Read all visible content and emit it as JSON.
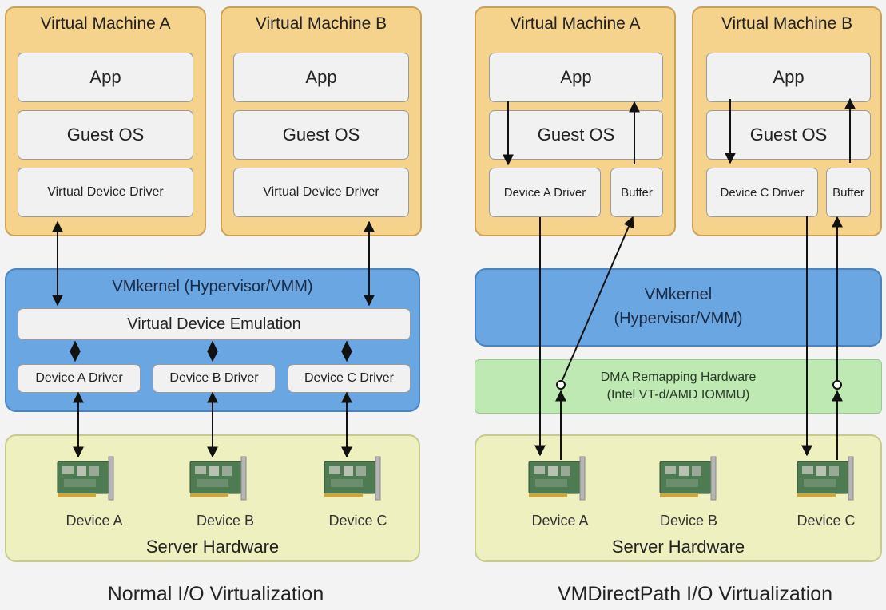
{
  "left": {
    "vm_a": {
      "title": "Virtual Machine A",
      "app": "App",
      "guest_os": "Guest OS",
      "driver": "Virtual Device Driver"
    },
    "vm_b": {
      "title": "Virtual Machine B",
      "app": "App",
      "guest_os": "Guest OS",
      "driver": "Virtual Device Driver"
    },
    "vmkernel": {
      "title": "VMkernel (Hypervisor/VMM)",
      "emulation": "Virtual Device Emulation",
      "drivers": [
        "Device A Driver",
        "Device B Driver",
        "Device C Driver"
      ]
    },
    "hardware": {
      "devices": [
        "Device A",
        "Device B",
        "Device C"
      ],
      "label": "Server Hardware"
    },
    "caption": "Normal I/O Virtualization"
  },
  "right": {
    "vm_a": {
      "title": "Virtual Machine A",
      "app": "App",
      "guest_os": "Guest OS",
      "driver": "Device A Driver",
      "buffer": "Buffer"
    },
    "vm_b": {
      "title": "Virtual Machine B",
      "app": "App",
      "guest_os": "Guest OS",
      "driver": "Device C Driver",
      "buffer": "Buffer"
    },
    "vmkernel": {
      "line1": "VMkernel",
      "line2": "(Hypervisor/VMM)"
    },
    "dma": {
      "line1": "DMA Remapping Hardware",
      "line2": "(Intel VT-d/AMD IOMMU)"
    },
    "hardware": {
      "devices": [
        "Device A",
        "Device B",
        "Device C"
      ],
      "label": "Server Hardware"
    },
    "caption": "VMDirectPath I/O Virtualization"
  },
  "colors": {
    "vm": "#f5d38d",
    "vmkernel": "#6aa6e2",
    "dma": "#bfe9b3",
    "hardware": "#eef0bf"
  },
  "icons": {
    "device": "network-card-icon"
  }
}
